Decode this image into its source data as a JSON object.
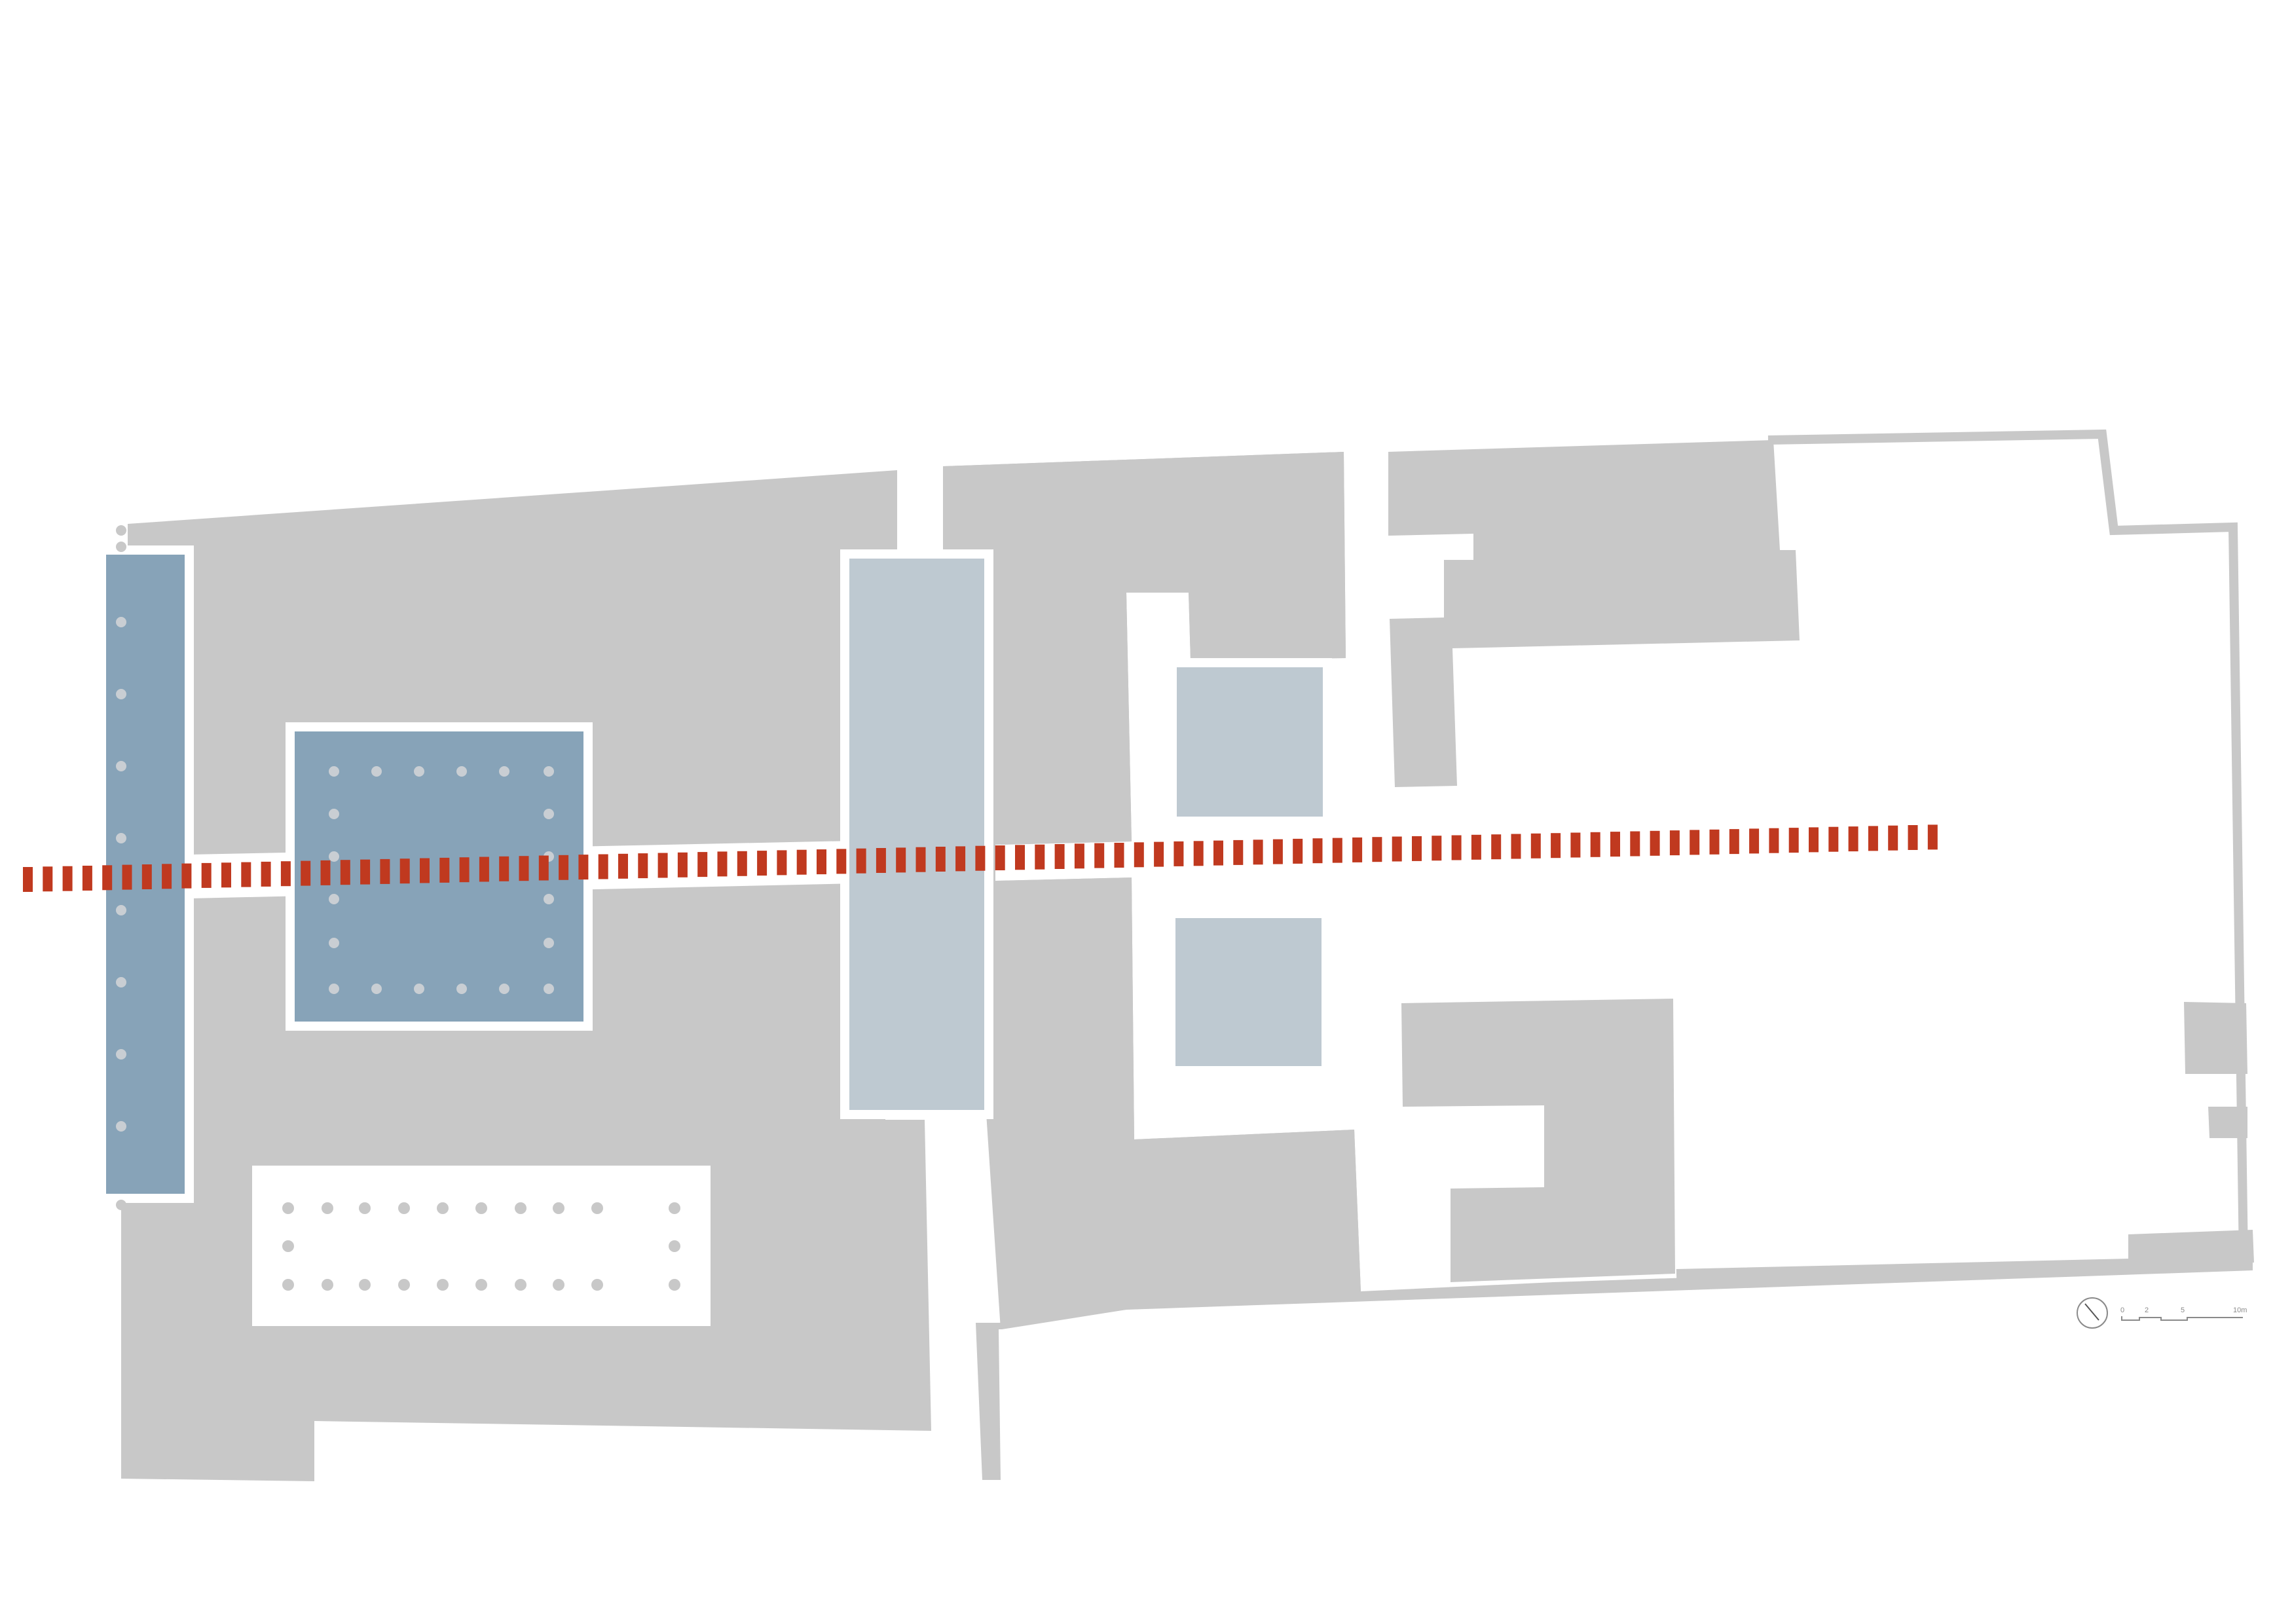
{
  "colors": {
    "building_mass": "#c8c8c8",
    "dark_hall": "#87a3b8",
    "light_hall": "#bec9d1",
    "axis": "#c0391f",
    "column": "#c9ced3",
    "background": "#ffffff"
  },
  "scale_bar": {
    "ticks": [
      "0",
      "2",
      "5",
      "10m"
    ]
  },
  "icons": {
    "north_arrow": "north-arrow-icon"
  }
}
